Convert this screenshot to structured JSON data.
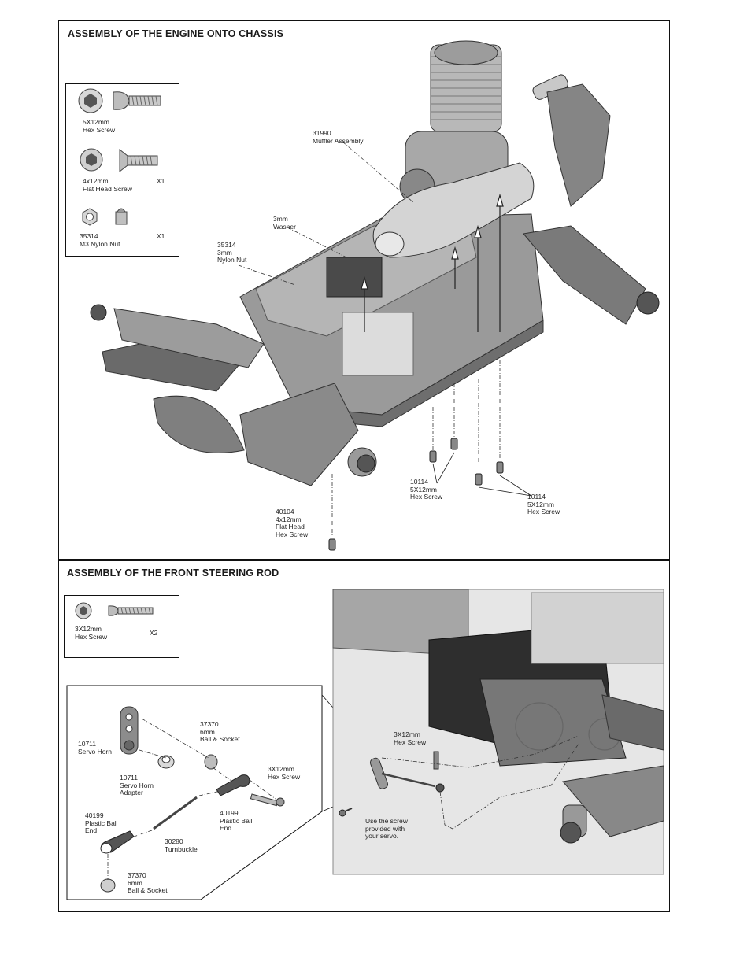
{
  "engine_section": {
    "title": "ASSEMBLY OF THE ENGINE ONTO CHASSIS",
    "parts_box": {
      "items": [
        {
          "label": "5X12mm\nHex Screw",
          "qty": ""
        },
        {
          "label": "4x12mm\nFlat Head Screw",
          "qty": "X1"
        },
        {
          "label": "35314\nM3 Nylon Nut",
          "qty": "X1"
        }
      ]
    },
    "callouts": {
      "muffler": "31990\nMuffler Assembly",
      "washer": "3mm\nWasher",
      "nylon_nut": "35314\n3mm\nNylon Nut",
      "hex_screw_left": "10114\n5X12mm\nHex Screw",
      "hex_screw_right": "10114\n5X12mm\nHex Screw",
      "flat_head": "40104\n4x12mm\nFlat Head\nHex Screw"
    }
  },
  "steering_section": {
    "title": "ASSEMBLY OF THE FRONT STEERING ROD",
    "parts_box": {
      "label": "3X12mm\nHex Screw",
      "qty": "X2"
    },
    "callouts": {
      "servo_horn": "10711\nServo Horn",
      "servo_horn_adapter": "10711\nServo Horn\nAdapter",
      "ball_socket_top": "37370\n6mm\nBall & Socket",
      "hex_screw": "3X12mm\nHex Screw",
      "plastic_ball_end_left": "40199\nPlastic Ball\nEnd",
      "plastic_ball_end_right": "40199\nPlastic Ball\nEnd",
      "turnbuckle": "30280\nTurnbuckle",
      "ball_socket_bottom": "37370\n6mm\nBall & Socket",
      "hex_screw_car": "3X12mm\nHex Screw",
      "servo_note": "Use the screw\nprovided with\nyour servo."
    }
  }
}
